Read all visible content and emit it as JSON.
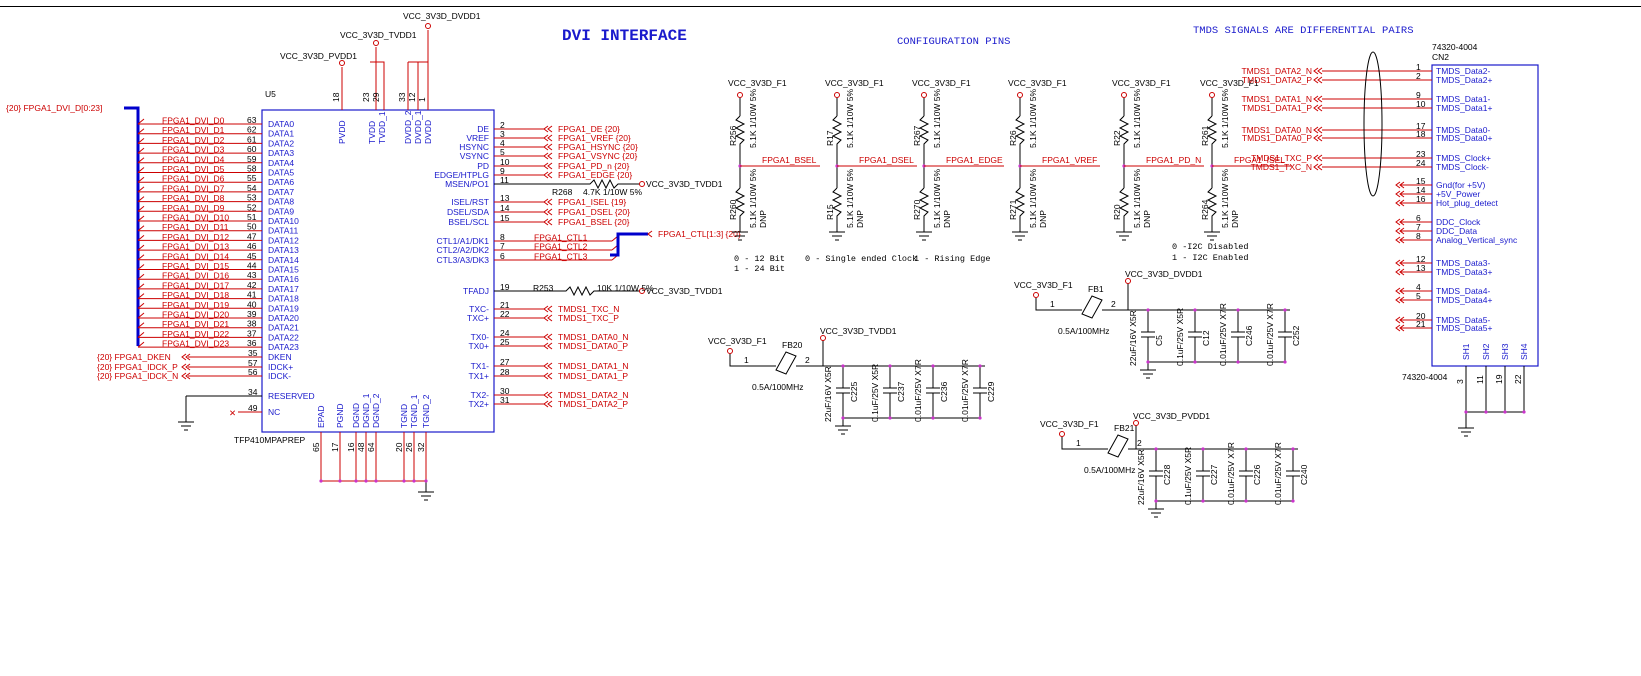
{
  "title": "DVI INTERFACE",
  "config_title": "CONFIGURATION PINS",
  "tmds_title": "TMDS SIGNALS ARE DIFFERENTIAL PAIRS",
  "power_rails": {
    "dvdd": "VCC_3V3D_DVDD1",
    "tvdd": "VCC_3V3D_TVDD1",
    "pvdd": "VCC_3V3D_PVDD1",
    "f1": "VCC_3V3D_F1"
  },
  "bus_label": "{20} FPGA1_DVI_D[0:23]",
  "u5": {
    "ref": "U5",
    "part": "TFP410MPAPREP",
    "left_pins": [
      {
        "num": "63",
        "name": "DATA0",
        "net": "FPGA1_DVI_D0"
      },
      {
        "num": "62",
        "name": "DATA1",
        "net": "FPGA1_DVI_D1"
      },
      {
        "num": "61",
        "name": "DATA2",
        "net": "FPGA1_DVI_D2"
      },
      {
        "num": "60",
        "name": "DATA3",
        "net": "FPGA1_DVI_D3"
      },
      {
        "num": "59",
        "name": "DATA4",
        "net": "FPGA1_DVI_D4"
      },
      {
        "num": "58",
        "name": "DATA5",
        "net": "FPGA1_DVI_D5"
      },
      {
        "num": "55",
        "name": "DATA6",
        "net": "FPGA1_DVI_D6"
      },
      {
        "num": "54",
        "name": "DATA7",
        "net": "FPGA1_DVI_D7"
      },
      {
        "num": "53",
        "name": "DATA8",
        "net": "FPGA1_DVI_D8"
      },
      {
        "num": "52",
        "name": "DATA9",
        "net": "FPGA1_DVI_D9"
      },
      {
        "num": "51",
        "name": "DATA10",
        "net": "FPGA1_DVI_D10"
      },
      {
        "num": "50",
        "name": "DATA11",
        "net": "FPGA1_DVI_D11"
      },
      {
        "num": "47",
        "name": "DATA12",
        "net": "FPGA1_DVI_D12"
      },
      {
        "num": "46",
        "name": "DATA13",
        "net": "FPGA1_DVI_D13"
      },
      {
        "num": "45",
        "name": "DATA14",
        "net": "FPGA1_DVI_D14"
      },
      {
        "num": "44",
        "name": "DATA15",
        "net": "FPGA1_DVI_D15"
      },
      {
        "num": "43",
        "name": "DATA16",
        "net": "FPGA1_DVI_D16"
      },
      {
        "num": "42",
        "name": "DATA17",
        "net": "FPGA1_DVI_D17"
      },
      {
        "num": "41",
        "name": "DATA18",
        "net": "FPGA1_DVI_D18"
      },
      {
        "num": "40",
        "name": "DATA19",
        "net": "FPGA1_DVI_D19"
      },
      {
        "num": "39",
        "name": "DATA20",
        "net": "FPGA1_DVI_D20"
      },
      {
        "num": "38",
        "name": "DATA21",
        "net": "FPGA1_DVI_D21"
      },
      {
        "num": "37",
        "name": "DATA22",
        "net": "FPGA1_DVI_D22"
      },
      {
        "num": "36",
        "name": "DATA23",
        "net": "FPGA1_DVI_D23"
      }
    ],
    "left_extra": [
      {
        "num": "35",
        "name": "DKEN",
        "net": "{20} FPGA1_DKEN"
      },
      {
        "num": "57",
        "name": "IDCK+",
        "net": "{20} FPGA1_IDCK_P"
      },
      {
        "num": "56",
        "name": "IDCK-",
        "net": "{20} FPGA1_IDCK_N"
      },
      {
        "num": "34",
        "name": "RESERVED",
        "net": ""
      },
      {
        "num": "49",
        "name": "NC",
        "net": ""
      }
    ],
    "top_pins": [
      {
        "num": "18",
        "name": "PVDD"
      },
      {
        "num": "23",
        "name": "TVDD"
      },
      {
        "num": "29",
        "name": "TVDD_1"
      },
      {
        "num": "33",
        "name": "DVDD_2"
      },
      {
        "num": "12",
        "name": "DVDD_1"
      },
      {
        "num": "1",
        "name": "DVDD"
      }
    ],
    "bottom_pins": [
      {
        "num": "65",
        "name": "EPAD"
      },
      {
        "num": "17",
        "name": "PGND"
      },
      {
        "num": "16",
        "name": "DGND"
      },
      {
        "num": "48",
        "name": "DGND_1"
      },
      {
        "num": "64",
        "name": "DGND_2"
      },
      {
        "num": "20",
        "name": "TGND"
      },
      {
        "num": "26",
        "name": "TGND_1"
      },
      {
        "num": "32",
        "name": "TGND_2"
      }
    ],
    "right_pins": [
      {
        "num": "2",
        "name": "DE",
        "net": "FPGA1_DE {20}"
      },
      {
        "num": "3",
        "name": "VREF",
        "net": "FPGA1_VREF {20}"
      },
      {
        "num": "4",
        "name": "HSYNC",
        "net": "FPGA1_HSYNC {20}"
      },
      {
        "num": "5",
        "name": "VSYNC",
        "net": "FPGA1_VSYNC {20}"
      },
      {
        "num": "10",
        "name": "PD",
        "net": "FPGA1_PD_n {20}"
      },
      {
        "num": "9",
        "name": "EDGE/HTPLG",
        "net": "FPGA1_EDGE {20}"
      },
      {
        "num": "11",
        "name": "MSEN/PO1",
        "net": ""
      },
      {
        "num": "13",
        "name": "ISEL/RST",
        "net": "FPGA1_ISEL {19}"
      },
      {
        "num": "14",
        "name": "DSEL/SDA",
        "net": "FPGA1_DSEL {20}"
      },
      {
        "num": "15",
        "name": "BSEL/SCL",
        "net": "FPGA1_BSEL {20}"
      },
      {
        "num": "8",
        "name": "CTL1/A1/DK1",
        "net": "FPGA1_CTL1"
      },
      {
        "num": "7",
        "name": "CTL2/A2/DK2",
        "net": "FPGA1_CTL2"
      },
      {
        "num": "6",
        "name": "CTL3/A3/DK3",
        "net": "FPGA1_CTL3"
      },
      {
        "num": "19",
        "name": "TFADJ",
        "net": ""
      },
      {
        "num": "21",
        "name": "TXC-",
        "net": "TMDS1_TXC_N"
      },
      {
        "num": "22",
        "name": "TXC+",
        "net": "TMDS1_TXC_P"
      },
      {
        "num": "24",
        "name": "TX0-",
        "net": "TMDS1_DATA0_N"
      },
      {
        "num": "25",
        "name": "TX0+",
        "net": "TMDS1_DATA0_P"
      },
      {
        "num": "27",
        "name": "TX1-",
        "net": "TMDS1_DATA1_N"
      },
      {
        "num": "28",
        "name": "TX1+",
        "net": "TMDS1_DATA1_P"
      },
      {
        "num": "30",
        "name": "TX2-",
        "net": "TMDS1_DATA2_N"
      },
      {
        "num": "31",
        "name": "TX2+",
        "net": "TMDS1_DATA2_P"
      }
    ],
    "ctl_bus": "FPGA1_CTL[1:3] {20}",
    "r268": {
      "ref": "R268",
      "value": "4.7K 1/10W 5%"
    },
    "r253": {
      "ref": "R253",
      "value": "10K 1/10W 5%"
    }
  },
  "config": {
    "columns": [
      {
        "top_ref": "R256",
        "bot_ref": "R260",
        "net": "FPGA1_BSEL"
      },
      {
        "top_ref": "R17",
        "bot_ref": "R15",
        "net": "FPGA1_DSEL"
      },
      {
        "top_ref": "R267",
        "bot_ref": "R270",
        "net": "FPGA1_EDGE"
      },
      {
        "top_ref": "R26",
        "bot_ref": "R271",
        "net": "FPGA1_VREF"
      },
      {
        "top_ref": "R22",
        "bot_ref": "R20",
        "net": "FPGA1_PD_N"
      },
      {
        "top_ref": "R261",
        "bot_ref": "R264",
        "net": "FPGA1_ISEL"
      }
    ],
    "res_value": "5.1K 1/10W 5%",
    "dnp": "DNP",
    "notes": {
      "bsel_0": "0 - 12 Bit",
      "bsel_1": "1 - 24 Bit",
      "dsel": "0 - Single ended Clock",
      "edge": "1 - Rising Edge",
      "isel_0": "0 -I2C Disabled",
      "isel_1": "1 - I2C Enabled"
    }
  },
  "filters": [
    {
      "ref": "FB20",
      "value": "0.5A/100MHz",
      "pin1": "1",
      "pin2": "2",
      "in": "VCC_3V3D_F1",
      "out": "VCC_3V3D_TVDD1",
      "caps": [
        {
          "ref": "C225",
          "value": "22uF/16V X5R"
        },
        {
          "ref": "C237",
          "value": "0.1uF/25V X5R"
        },
        {
          "ref": "C236",
          "value": "0.01uF/25V X7R"
        },
        {
          "ref": "C229",
          "value": "0.01uF/25V X7R"
        }
      ]
    },
    {
      "ref": "FB1",
      "value": "0.5A/100MHz",
      "pin1": "1",
      "pin2": "2",
      "in": "VCC_3V3D_F1",
      "out": "VCC_3V3D_DVDD1",
      "caps": [
        {
          "ref": "C5",
          "value": "22uF/16V X5R"
        },
        {
          "ref": "C12",
          "value": "0.1uF/25V X5R"
        },
        {
          "ref": "C246",
          "value": "0.01uF/25V X7R"
        },
        {
          "ref": "C252",
          "value": "0.01uF/25V X7R"
        }
      ]
    },
    {
      "ref": "FB21",
      "value": "0.5A/100MHz",
      "pin1": "1",
      "pin2": "2",
      "in": "VCC_3V3D_F1",
      "out": "VCC_3V3D_PVDD1",
      "caps": [
        {
          "ref": "C228",
          "value": "22uF/16V X5R"
        },
        {
          "ref": "C227",
          "value": "0.1uF/25V X5R"
        },
        {
          "ref": "C226",
          "value": "0.01uF/25V X7R"
        },
        {
          "ref": "C240",
          "value": "0.01uF/25V X7R"
        }
      ]
    }
  ],
  "cn2": {
    "part_top": "74320-4004",
    "ref": "CN2",
    "part_bottom": "74320-4004",
    "pins": [
      {
        "num": "1",
        "name": "TMDS_Data2-",
        "net": "TMDS1_DATA2_N"
      },
      {
        "num": "2",
        "name": "TMDS_Data2+",
        "net": "TMDS1_DATA2_P"
      },
      {
        "num": "9",
        "name": "TMDS_Data1-",
        "net": "TMDS1_DATA1_N"
      },
      {
        "num": "10",
        "name": "TMDS_Data1+",
        "net": "TMDS1_DATA1_P"
      },
      {
        "num": "17",
        "name": "TMDS_Data0-",
        "net": "TMDS1_DATA0_N"
      },
      {
        "num": "18",
        "name": "TMDS_Data0+",
        "net": "TMDS1_DATA0_P"
      },
      {
        "num": "23",
        "name": "TMDS_Clock+",
        "net": "TMDS1_TXC_P"
      },
      {
        "num": "24",
        "name": "TMDS_Clock-",
        "net": "TMDS1_TXC_N"
      },
      {
        "num": "15",
        "name": "Gnd(for +5V)",
        "net": ""
      },
      {
        "num": "14",
        "name": "+5V_Power",
        "net": ""
      },
      {
        "num": "16",
        "name": "Hot_plug_detect",
        "net": ""
      },
      {
        "num": "6",
        "name": "DDC_Clock",
        "net": ""
      },
      {
        "num": "7",
        "name": "DDC_Data",
        "net": ""
      },
      {
        "num": "8",
        "name": "Analog_Vertical_sync",
        "net": ""
      },
      {
        "num": "12",
        "name": "TMDS_Data3-",
        "net": ""
      },
      {
        "num": "13",
        "name": "TMDS_Data3+",
        "net": ""
      },
      {
        "num": "4",
        "name": "TMDS_Data4-",
        "net": ""
      },
      {
        "num": "5",
        "name": "TMDS_Data4+",
        "net": ""
      },
      {
        "num": "20",
        "name": "TMDS_Data5-",
        "net": ""
      },
      {
        "num": "21",
        "name": "TMDS_Data5+",
        "net": ""
      }
    ],
    "shield": [
      {
        "num": "3",
        "name": "SH1"
      },
      {
        "num": "11",
        "name": "SH2"
      },
      {
        "num": "19",
        "name": "SH3"
      },
      {
        "num": "22",
        "name": "SH4"
      }
    ]
  }
}
